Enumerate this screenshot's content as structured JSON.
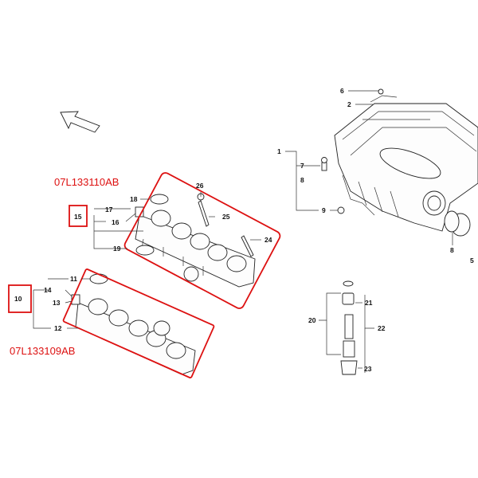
{
  "part_numbers": {
    "upper": "07L133110AB",
    "lower": "07L133109AB"
  },
  "callouts": {
    "c1": "1",
    "c2": "2",
    "c5": "5",
    "c6": "6",
    "c7": "7",
    "c8a": "8",
    "c8b": "8",
    "c9": "9",
    "c10": "10",
    "c11": "11",
    "c12": "12",
    "c13": "13",
    "c14": "14",
    "c15": "15",
    "c16": "16",
    "c17": "17",
    "c18": "18",
    "c19": "19",
    "c20": "20",
    "c21": "21",
    "c22": "22",
    "c23": "23",
    "c24": "24",
    "c25": "25",
    "c26": "26"
  },
  "colors": {
    "highlight": "#dd1111",
    "line": "#222222"
  }
}
